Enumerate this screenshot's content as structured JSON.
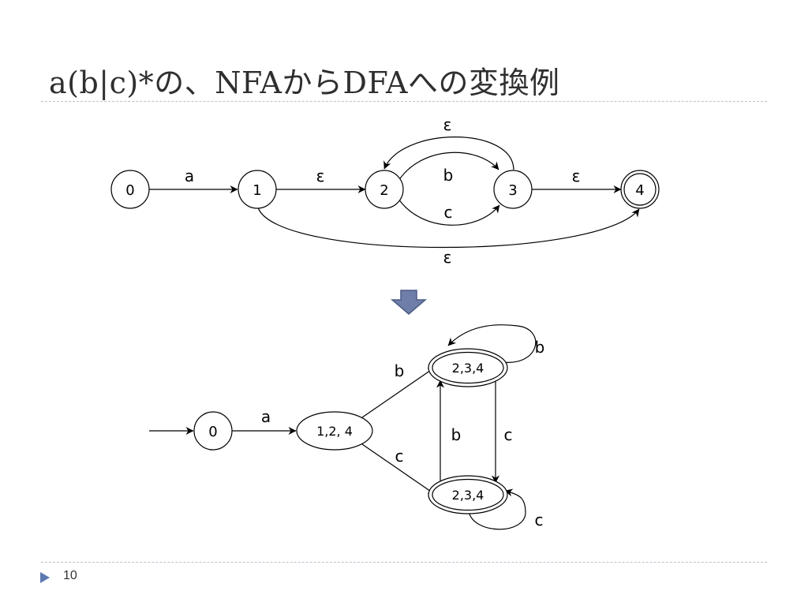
{
  "slide": {
    "title": "a(b|c)*の、NFAからDFAへの変換例",
    "page_number": "10"
  },
  "nfa": {
    "states": [
      "0",
      "1",
      "2",
      "3",
      "4"
    ],
    "edge_labels": {
      "s0_to_s1": "a",
      "s1_to_s2": "ε",
      "s2_to_s3_upper": "b",
      "s2_to_s3_lower": "c",
      "s3_to_s2_back": "ε",
      "s3_to_s4": "ε",
      "s1_to_s4_bypass": "ε"
    }
  },
  "dfa": {
    "states": {
      "start": "0",
      "middle": "1,2, 4",
      "top": "2,3,4",
      "bottom": "2,3,4"
    },
    "edge_labels": {
      "start_to_middle": "a",
      "middle_to_top": "b",
      "middle_to_bottom": "c",
      "bottom_to_top": "b",
      "top_to_bottom": "c",
      "top_self_loop": "b",
      "bottom_self_loop": "c"
    }
  },
  "colors": {
    "arrow_fill": "#6e7ea8",
    "arrow_stroke": "#4b5a86",
    "rule": "#b8c3cf",
    "bullet": "#5b7ab0"
  }
}
